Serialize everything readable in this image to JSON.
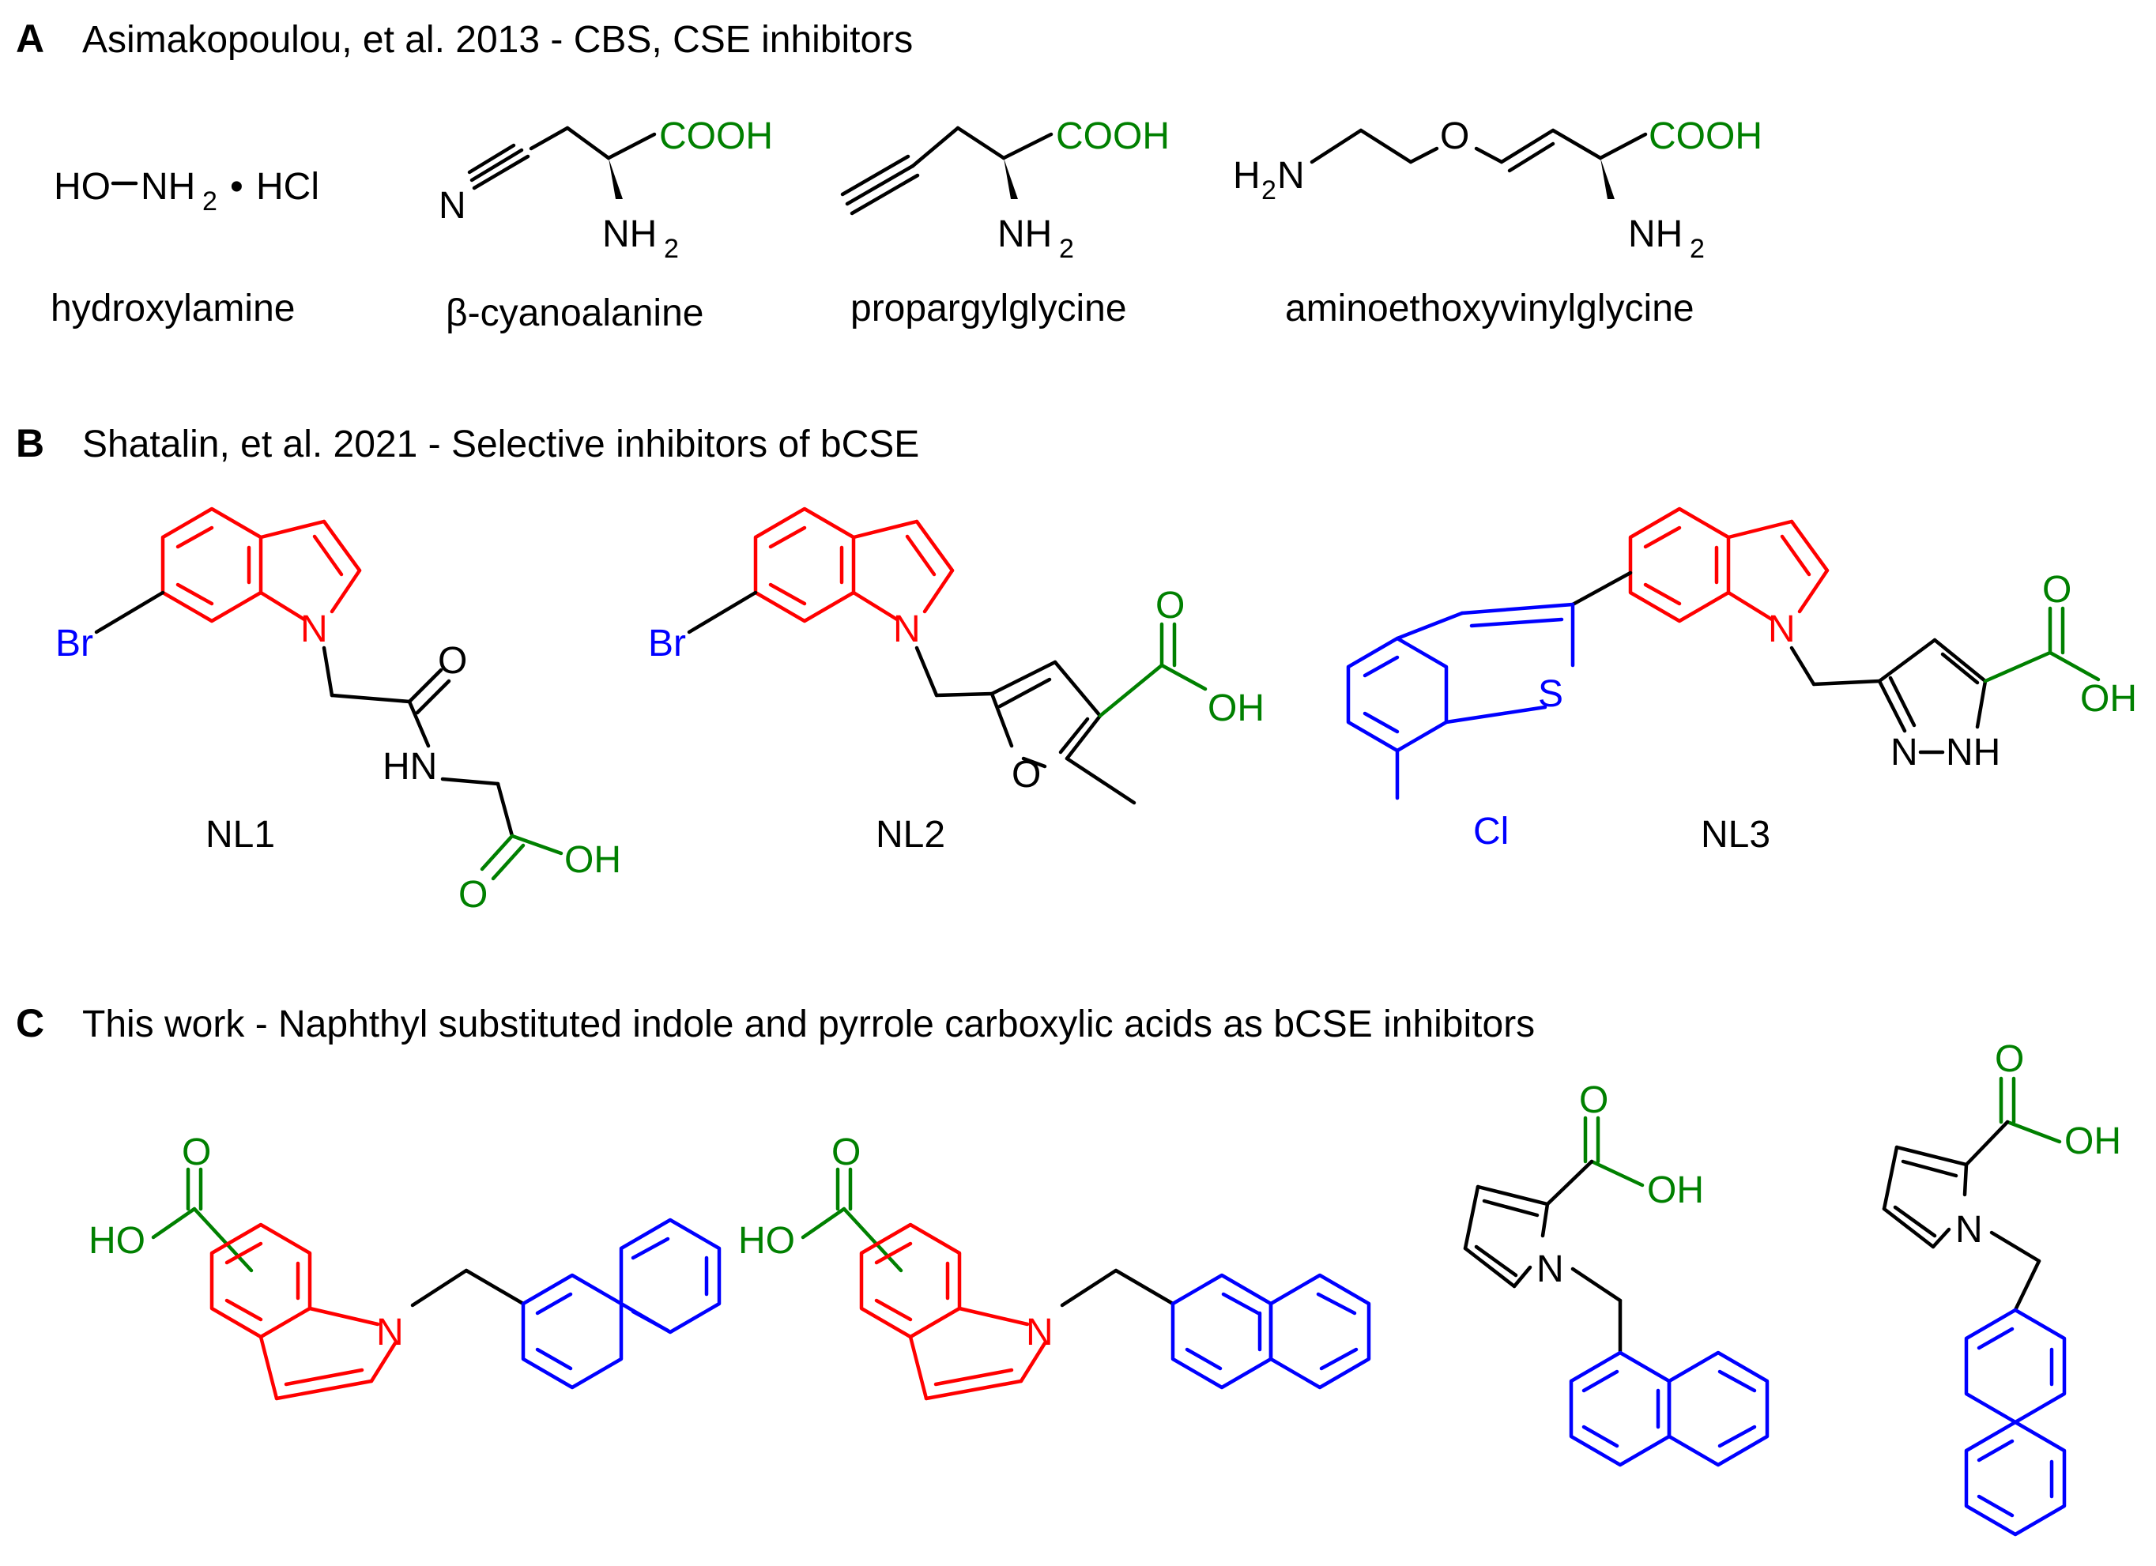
{
  "colors": {
    "black": "#000000",
    "indole_red": "#ff0000",
    "acid_green": "#008000",
    "aryl_blue": "#0000ff"
  },
  "panels": {
    "a": {
      "letter": "A",
      "title": "Asimakopoulou, et al. 2013 - CBS, CSE inhibitors",
      "compounds": {
        "hydroxylamine": {
          "formula_ho": "HO",
          "formula_nh": "NH",
          "formula_sub": "2",
          "formula_dot": "•",
          "formula_hcl": "HCl",
          "name": "hydroxylamine"
        },
        "cyanoalanine": {
          "atom_n": "N",
          "cooh": "COOH",
          "nh": "NH",
          "sub": "2",
          "name": "β-cyanoalanine"
        },
        "propargylglycine": {
          "cooh": "COOH",
          "nh": "NH",
          "sub": "2",
          "name": "propargylglycine"
        },
        "avg": {
          "h": "H",
          "h_sub": "2",
          "n": "N",
          "o": "O",
          "cooh": "COOH",
          "nh": "NH",
          "sub": "2",
          "name": "aminoethoxyvinylglycine"
        }
      }
    },
    "b": {
      "letter": "B",
      "title": "Shatalin, et al. 2021 - Selective inhibitors of bCSE",
      "compounds": {
        "nl1": {
          "br": "Br",
          "n": "N",
          "o": "O",
          "hn": "HN",
          "o2": "O",
          "oh": "OH",
          "name": "NL1"
        },
        "nl2": {
          "br": "Br",
          "n": "N",
          "o": "O",
          "oh": "OH",
          "ring_o": "O",
          "name": "NL2"
        },
        "nl3": {
          "s": "S",
          "cl": "Cl",
          "n": "N",
          "o": "O",
          "oh": "OH",
          "n2": "N",
          "nh": "NH",
          "name": "NL3"
        }
      }
    },
    "c": {
      "letter": "C",
      "title": "This work - Naphthyl substituted indole and pyrrole carboxylic acids as bCSE inhibitors",
      "compounds": {
        "c1": {
          "o": "O",
          "ho": "HO",
          "n": "N"
        },
        "c2": {
          "o": "O",
          "ho": "HO",
          "n": "N"
        },
        "c3": {
          "o": "O",
          "oh": "OH",
          "n": "N"
        },
        "c4": {
          "o": "O",
          "oh": "OH",
          "n": "N"
        }
      }
    }
  }
}
